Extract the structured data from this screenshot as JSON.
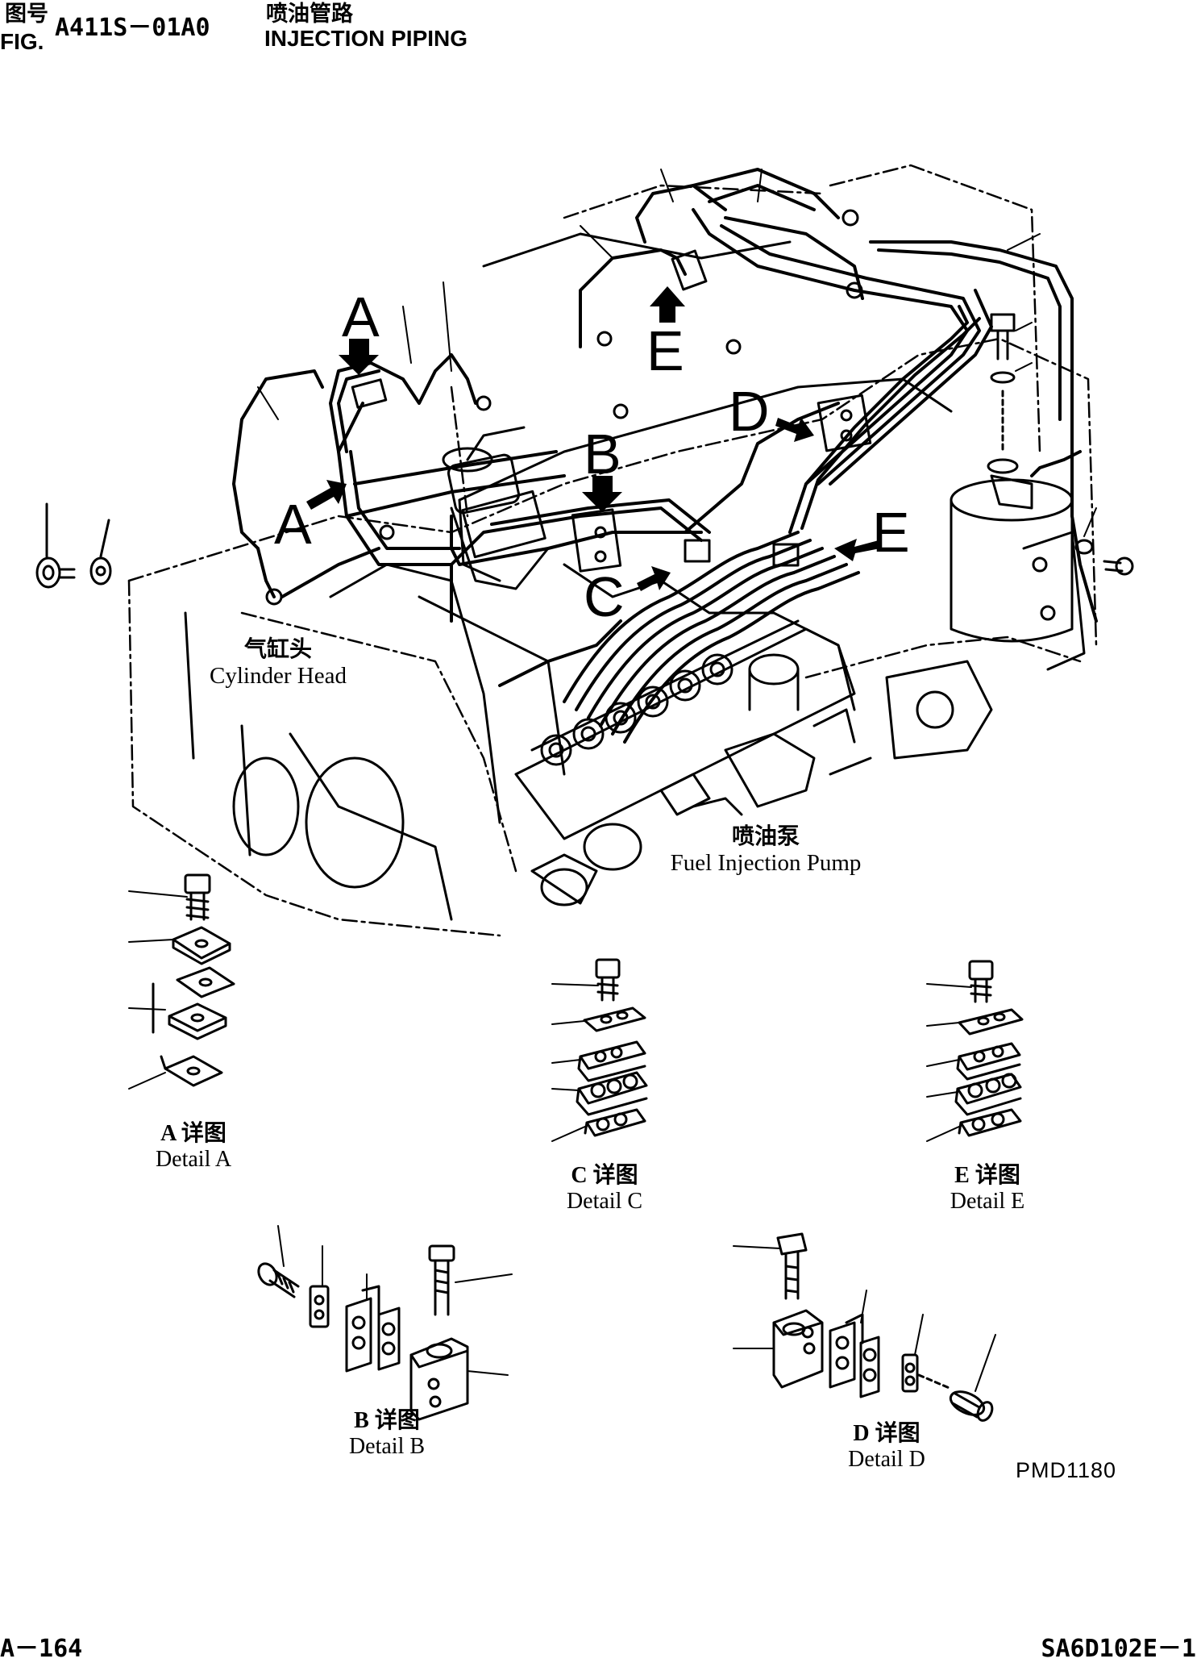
{
  "header": {
    "fig_label_cn": "图号",
    "fig_label_en": "FIG.",
    "fig_code": "A411S－01A0",
    "title_cn": "喷油管路",
    "title_en": "INJECTION PIPING"
  },
  "callouts": [
    "A",
    "A",
    "B",
    "C",
    "D",
    "E",
    "E"
  ],
  "components": {
    "cylinder_head": {
      "cn": "气缸头",
      "en": "Cylinder Head"
    },
    "fuel_pump": {
      "cn": "喷油泵",
      "en": "Fuel Injection Pump"
    }
  },
  "details": {
    "a": {
      "cn": "A 详图",
      "en": "Detail A"
    },
    "b": {
      "cn": "B 详图",
      "en": "Detail B"
    },
    "c": {
      "cn": "C 详图",
      "en": "Detail C"
    },
    "d": {
      "cn": "D 详图",
      "en": "Detail D"
    },
    "e": {
      "cn": "E 详图",
      "en": "Detail E"
    }
  },
  "drawing_ref": "PMD1180",
  "footer": {
    "page": "A－164",
    "model": "SA6D102E－1"
  }
}
